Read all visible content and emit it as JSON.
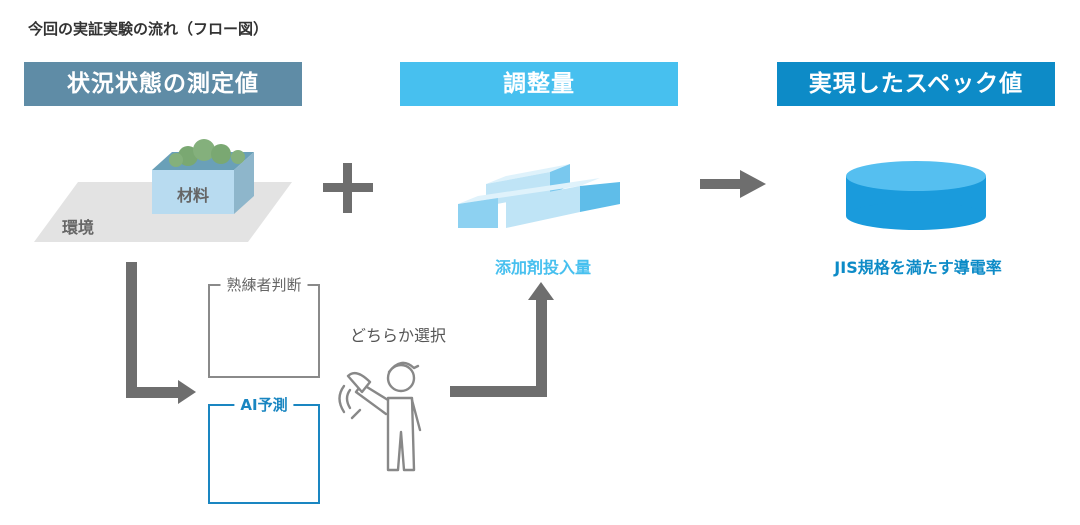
{
  "page_title": "今回の実証実験の流れ（フロー図）",
  "headers": {
    "state": "状況状態の測定値",
    "adjust": "調整量",
    "result": "実現したスペック値"
  },
  "labels": {
    "environment": "環境",
    "material": "材料",
    "additive": "添加剤投入量",
    "conductivity": "JIS規格を満たす導電率",
    "expert": "熟練者判断",
    "ai": "AI予測",
    "ai_chip": "AI",
    "choose": "どちらか選択"
  },
  "colors": {
    "state_header": "#5f8ca6",
    "adjust_header": "#47c0ef",
    "result_header": "#0d8bc7",
    "arrow": "#6e6e6e",
    "ai_border": "#1a86c1"
  }
}
